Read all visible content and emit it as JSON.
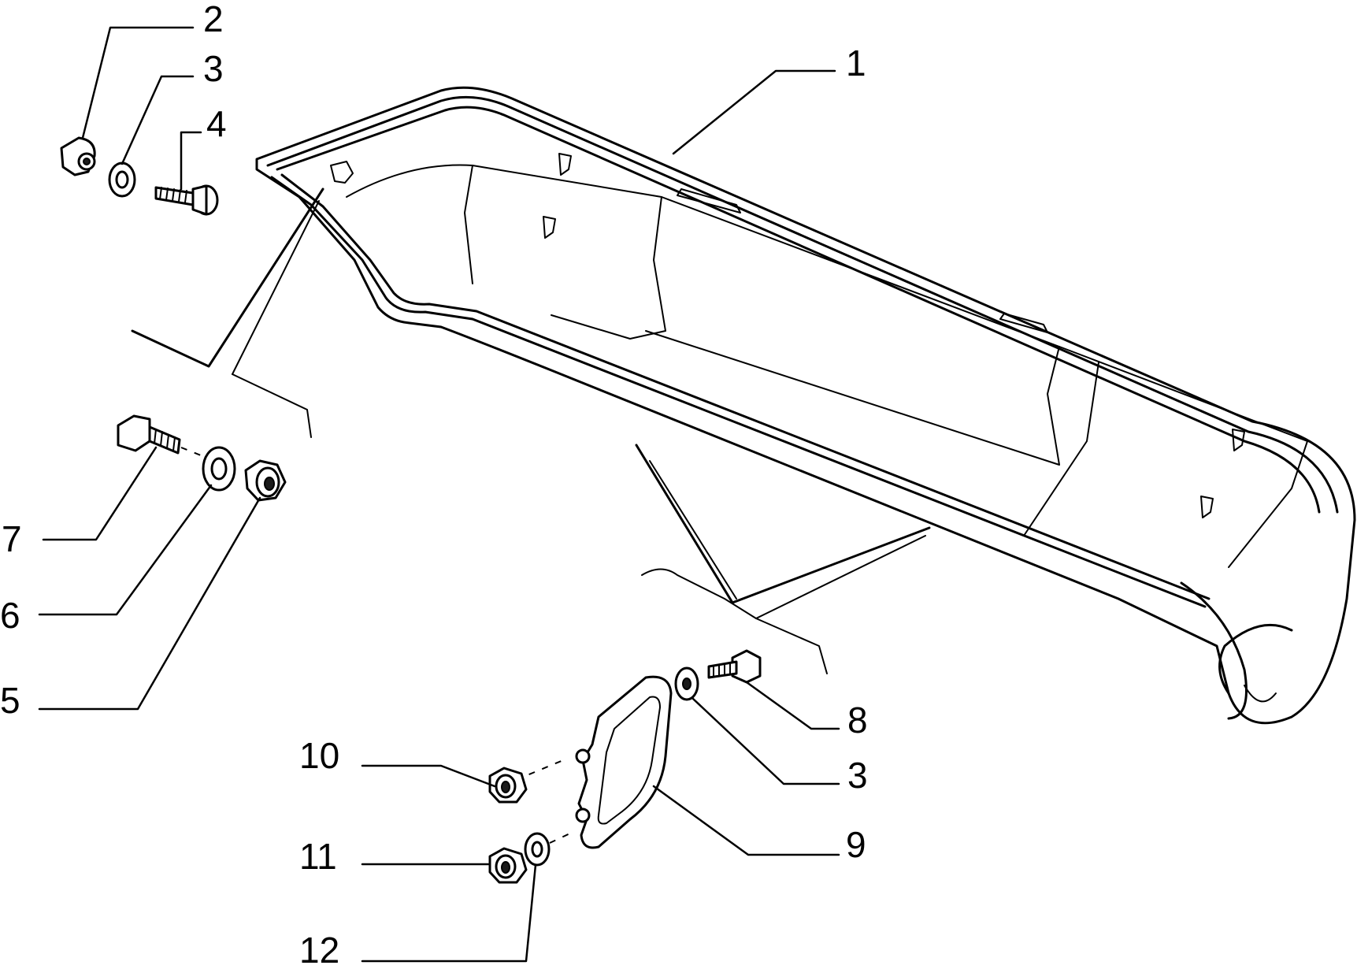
{
  "diagram": {
    "callouts": [
      {
        "id": "c1",
        "label": "1"
      },
      {
        "id": "c2",
        "label": "2"
      },
      {
        "id": "c3a",
        "label": "3"
      },
      {
        "id": "c4",
        "label": "4"
      },
      {
        "id": "c5",
        "label": "5"
      },
      {
        "id": "c6",
        "label": "6"
      },
      {
        "id": "c7",
        "label": "7"
      },
      {
        "id": "c8",
        "label": "8"
      },
      {
        "id": "c3b",
        "label": "3"
      },
      {
        "id": "c9",
        "label": "9"
      },
      {
        "id": "c10",
        "label": "10"
      },
      {
        "id": "c11",
        "label": "11"
      },
      {
        "id": "c12",
        "label": "12"
      }
    ],
    "colors": {
      "ink": "#000000",
      "paper": "#ffffff"
    }
  }
}
